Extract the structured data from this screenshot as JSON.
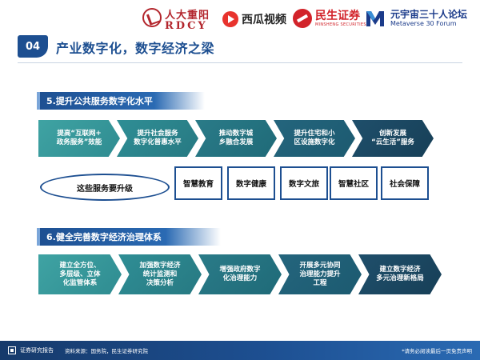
{
  "logos": {
    "rdcy_cn": "人大重阳",
    "rdcy_en": "RDCY",
    "xigua": "西瓜视频",
    "minsheng": "民生证券",
    "minsheng_en": "MINSHENG SECURITIES",
    "metaverse_cn": "元宇宙三十人论坛",
    "metaverse_en": "Metaverse 30 Forum"
  },
  "section": {
    "number": "04",
    "title": "产业数字化，数字经济之梁"
  },
  "part5": {
    "header": "5.提升公共服务数字化水平",
    "steps": [
      "提高“互联网+\n政务服务”效能",
      "提升社会服务\n数字化普惠水平",
      "推动数字城\n乡融合发展",
      "提升住宅和小\n区设施数字化",
      "创新发展\n“云生活”服务"
    ],
    "upgrade_label": "这些服务要升级",
    "services": [
      "智慧教育",
      "数字健康",
      "数字文旅",
      "智慧社区",
      "社会保障"
    ]
  },
  "part6": {
    "header": "6.健全完善数字经济治理体系",
    "steps": [
      "建立全方位、\n多层级、立体\n化监管体系",
      "加强数字经济\n统计监测和\n决策分析",
      "增强政府数字\n化治理能力",
      "开展多元协同\n治理能力提升\n工程",
      "建立数字经济\n多元治理新格局"
    ]
  },
  "footer": {
    "brand": "证券研究报告",
    "source": "资料来源：国务院，民生证券研究院",
    "disclaimer": "*请务必阅读最后一页免责声明"
  },
  "colors": {
    "primary": "#1d4f91",
    "teal": "#2f8c91",
    "red": "#d2232a"
  }
}
